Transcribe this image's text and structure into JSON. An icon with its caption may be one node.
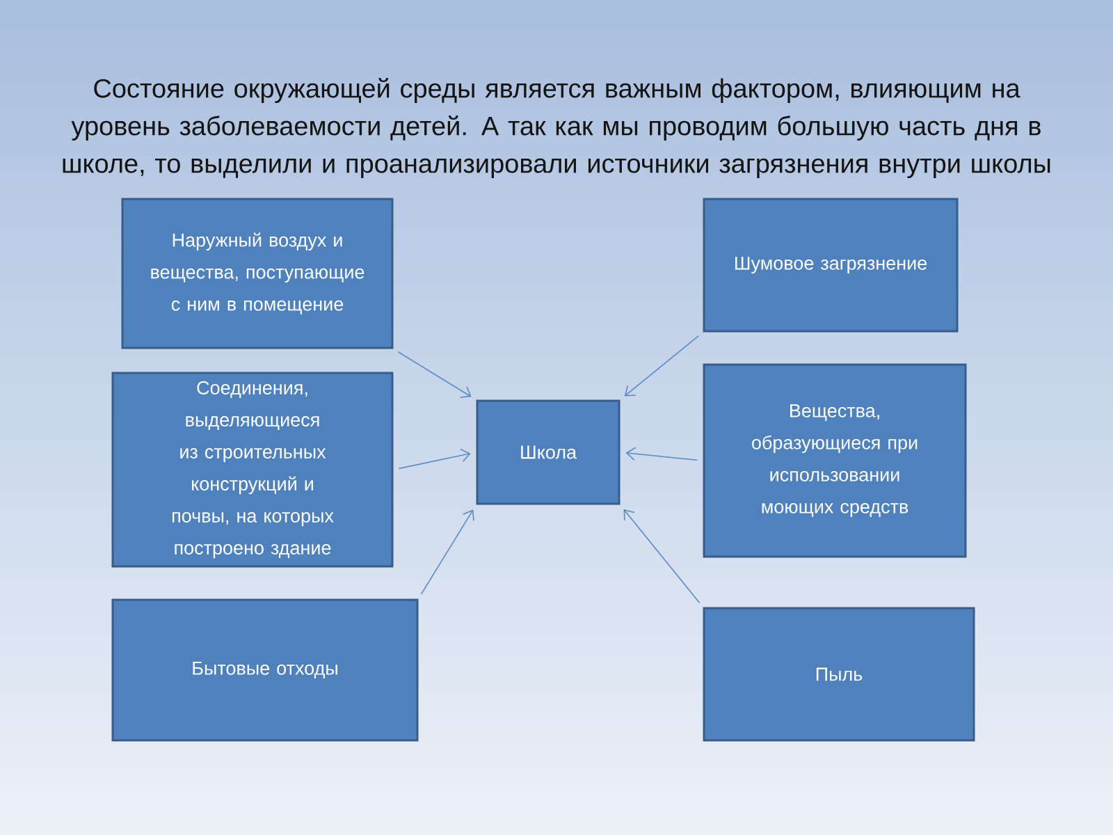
{
  "diagram": {
    "title": "Состояние окружающей среды является важным фактором, влияющим на уровень заболеваемости детей. А так как мы проводим большую часть дня в школе, то выделили и проанализировали источники загрязнения внутри школы",
    "nodes": [
      {
        "text": [
          "Наружный воздух и вещества, поступающие с ним в помещение"
        ]
      },
      {
        "text": [
          "Шумовое загрязнение"
        ]
      },
      {
        "text": [
          "Соединения, выделяющиеся из строительных конструкций и почвы, на которых построено здание"
        ]
      },
      {
        "text": [
          "Школа"
        ]
      },
      {
        "text": [
          "Вещества, образующиеся при использовании моющих средств"
        ]
      },
      {
        "text": [
          "Бытовые отходы"
        ]
      },
      {
        "text": [
          "Пыль"
        ]
      }
    ],
    "edges": [
      {
        "from": 0,
        "to": 3,
        "arrow": "to"
      },
      {
        "from": 2,
        "to": 3,
        "arrow": "to"
      },
      {
        "from": 5,
        "to": 3,
        "arrow": "to"
      },
      {
        "from": 1,
        "to": 3,
        "arrow": "to"
      },
      {
        "from": 4,
        "to": 3,
        "arrow": "to"
      },
      {
        "from": 6,
        "to": 3,
        "arrow": "to"
      }
    ]
  }
}
